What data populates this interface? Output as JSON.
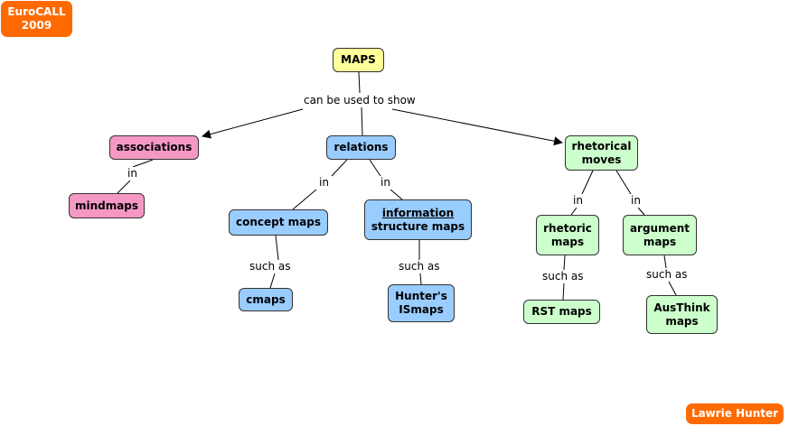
{
  "badges": {
    "top_left": "EuroCALL\n2009",
    "bottom_right": "Lawrie Hunter"
  },
  "nodes": {
    "maps": "MAPS",
    "associations": "associations",
    "relations": "relations",
    "rhetorical_moves": "rhetorical\nmoves",
    "mindmaps": "mindmaps",
    "concept_maps": "concept maps",
    "information_structure_maps_line1": "information",
    "information_structure_maps_line2": "structure maps",
    "rhetoric_maps": "rhetoric\nmaps",
    "argument_maps": "argument\nmaps",
    "cmaps": "cmaps",
    "hunters_ismaps": "Hunter's\nISmaps",
    "rst_maps": "RST maps",
    "austhink_maps": "AusThink\nmaps"
  },
  "links": {
    "can_be_used_to_show": "can be used to show",
    "in_associations": "in",
    "in_concept": "in",
    "in_information": "in",
    "in_rhetoric": "in",
    "in_argument": "in",
    "such_as_concept": "such as",
    "such_as_information": "such as",
    "such_as_rhetoric": "such as",
    "such_as_argument": "such as"
  },
  "colors": {
    "badge": "#ff6a00",
    "yellow": "#ffff99",
    "pink": "#f598c4",
    "blue": "#99ccff",
    "green": "#ccffcc"
  }
}
